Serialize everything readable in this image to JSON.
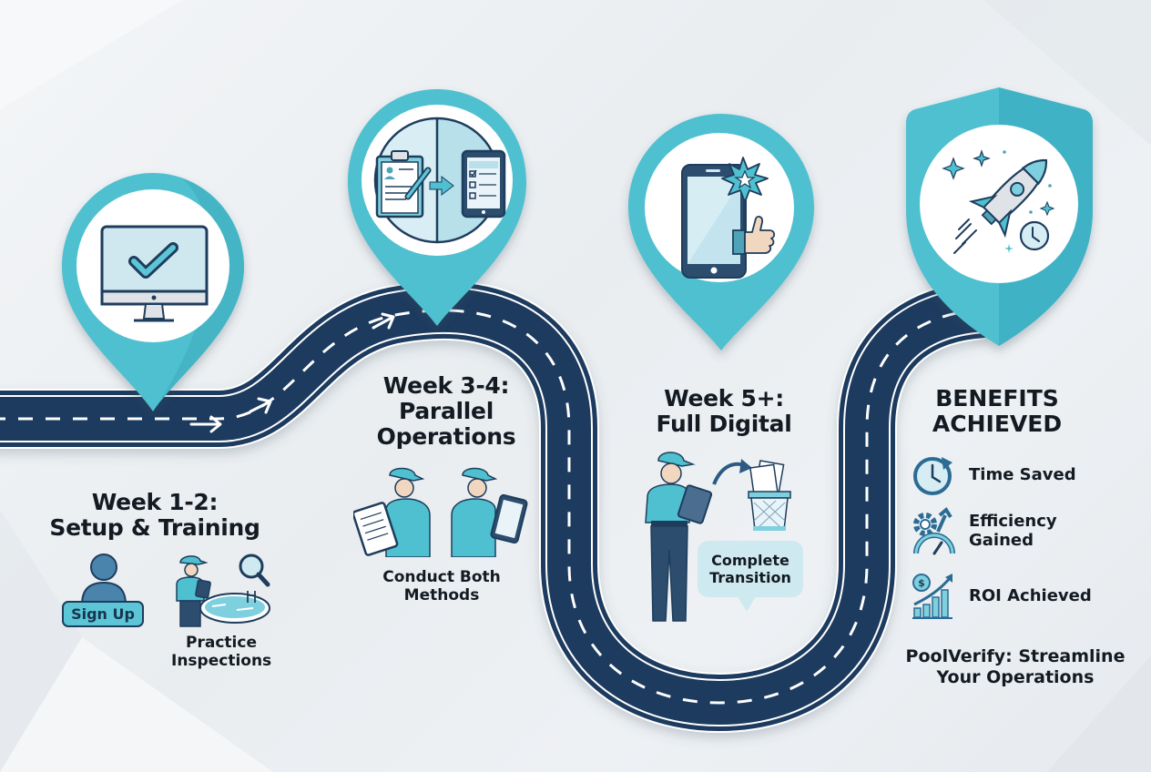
{
  "colors": {
    "road": "#1e3a5f",
    "road_edge": "#ffffff",
    "pin_teal": "#4fc0d0",
    "pin_teal_dark": "#3aaabb",
    "icon_navy": "#1e3d5c",
    "icon_light": "#cfe9f0",
    "text": "#141a22",
    "background": "#eef1f4"
  },
  "stages": [
    {
      "id": "week-1-2",
      "heading_line1": "Week 1-2:",
      "heading_line2": "Setup & Training",
      "pin_icon": "monitor-checkmark-icon",
      "items": [
        {
          "icon": "user-icon",
          "label": "Sign Up"
        },
        {
          "icon": "inspector-pool-icon",
          "label_line1": "Practice",
          "label_line2": "Inspections"
        }
      ]
    },
    {
      "id": "week-3-4",
      "heading_line1": "Week 3-4:",
      "heading_line2": "Parallel",
      "heading_line3": "Operations",
      "pin_icon": "clipboard-to-tablet-icon",
      "items": [
        {
          "icon": "inspector-clipboard-icon"
        },
        {
          "icon": "inspector-tablet-icon"
        }
      ],
      "caption_line1": "Conduct Both",
      "caption_line2": "Methods"
    },
    {
      "id": "week-5-plus",
      "heading_line1": "Week 5+:",
      "heading_line2": "Full Digital",
      "pin_icon": "phone-star-thumbsup-icon",
      "items": [
        {
          "icon": "inspector-tablet-icon"
        },
        {
          "icon": "paper-to-trash-icon"
        }
      ],
      "bubble_line1": "Complete",
      "bubble_line2": "Transition"
    }
  ],
  "benefits": {
    "heading_line1": "BENEFITS",
    "heading_line2": "ACHIEVED",
    "shield_icon": "rocket-clock-icon",
    "items": [
      {
        "icon": "clock-refresh-icon",
        "label_line1": "Time Saved"
      },
      {
        "icon": "gear-gauge-arrow-icon",
        "label_line1": "Efficiency",
        "label_line2": "Gained"
      },
      {
        "icon": "dollar-growth-chart-icon",
        "label_line1": "ROI Achieved"
      }
    ],
    "tagline_line1": "PoolVerify: Streamline",
    "tagline_line2": "Your Operations"
  }
}
